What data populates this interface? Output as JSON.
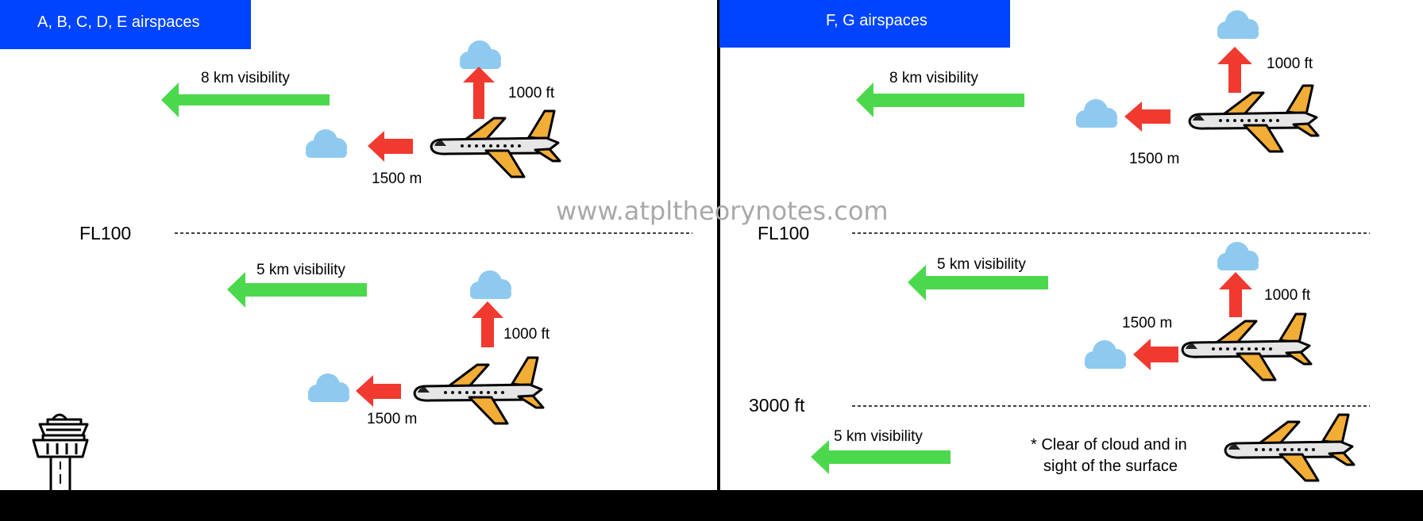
{
  "watermark": "www.atpltheorynotes.com",
  "colors": {
    "header_blue": "#0044ff",
    "visibility_arrow": "#4cd84c",
    "distance_arrow": "#f03a30",
    "cloud": "#8ec9f0",
    "plane_body": "#e6e6e6",
    "plane_wing": "#f2ad37",
    "ground": "#000000"
  },
  "left_panel": {
    "header": "A, B, C, D, E airspaces",
    "level_label": "FL100",
    "upper": {
      "visibility": "8 km visibility",
      "vertical": "1000 ft",
      "horizontal": "1500 m"
    },
    "lower": {
      "visibility": "5 km visibility",
      "vertical": "1000 ft",
      "horizontal": "1500 m"
    }
  },
  "right_panel": {
    "header": "F, G airspaces",
    "level_label": "FL100",
    "altitude_label": "3000 ft",
    "upper": {
      "visibility": "8 km visibility",
      "vertical": "1000 ft",
      "horizontal": "1500 m"
    },
    "middle": {
      "visibility": "5 km visibility",
      "vertical": "1000 ft",
      "horizontal": "1500 m"
    },
    "lowest": {
      "visibility": "5 km visibility",
      "note_line1": "* Clear of cloud and in",
      "note_line2": "sight of the surface"
    }
  }
}
